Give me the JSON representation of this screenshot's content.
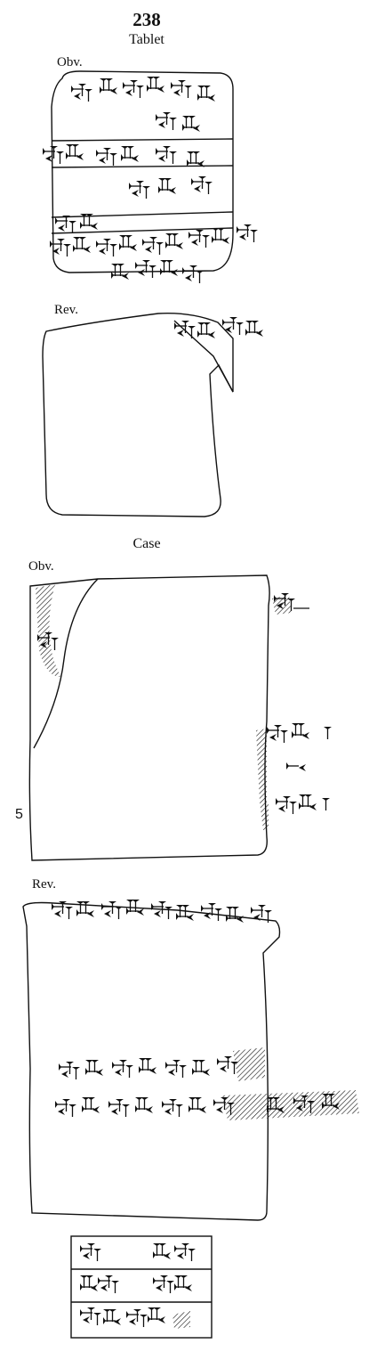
{
  "plate": {
    "number": "238",
    "tablet_heading": "Tablet",
    "case_heading": "Case"
  },
  "tablet": {
    "obverse_label": "Obv.",
    "reverse_label": "Rev."
  },
  "case": {
    "obverse_label": "Obv.",
    "reverse_label": "Rev.",
    "line_number": "5"
  },
  "colors": {
    "ink": "#111111",
    "background": "#ffffff"
  },
  "icons": [
    "cuneiform-sign-cluster",
    "hatched-damage-area",
    "tablet-outline",
    "seal-impression-panel"
  ]
}
